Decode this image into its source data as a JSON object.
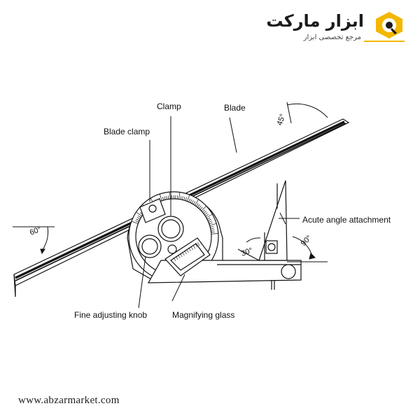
{
  "brand": {
    "name": "ابزار مارکت",
    "tagline": "مرجع تخصصی ابزار",
    "accent_color": "#f3b700",
    "icon": "hexagon-gear-logo-icon"
  },
  "diagram": {
    "labels": {
      "clamp": "Clamp",
      "blade": "Blade",
      "blade_clamp": "Blade clamp",
      "acute_angle_attachment": "Acute angle attachment",
      "fine_adjusting_knob": "Fine adjusting knob",
      "magnifying_glass": "Magnifying glass"
    },
    "angles": {
      "a45": "45°",
      "a60": "60°",
      "a30": "30°",
      "a90": "90°"
    }
  },
  "footer": {
    "url": "www.abzarmarket.com"
  }
}
